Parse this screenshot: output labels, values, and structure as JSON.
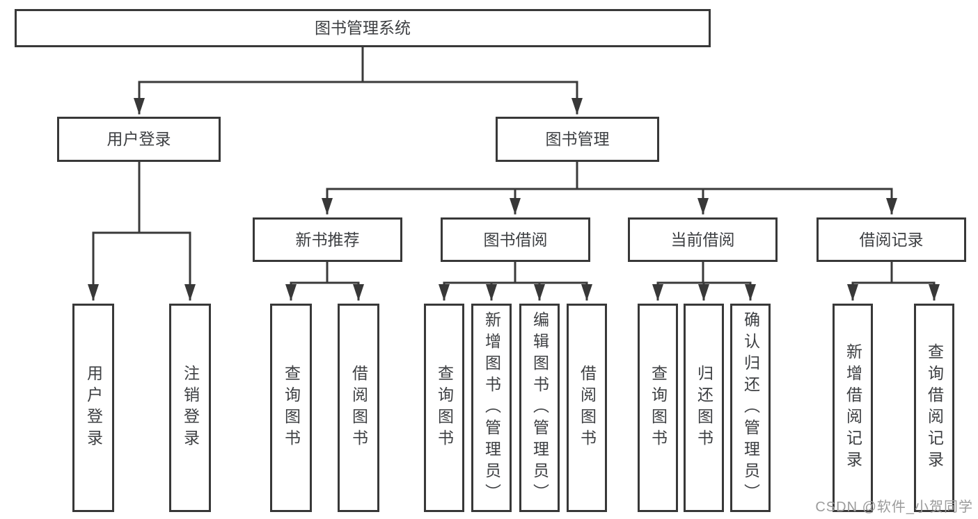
{
  "diagram": {
    "tree": {
      "root": {
        "label": "图书管理系统"
      },
      "branches": [
        {
          "label": "用户登录",
          "children": [
            {
              "label": "用户登录"
            },
            {
              "label": "注销登录"
            }
          ]
        },
        {
          "label": "图书管理",
          "children": [
            {
              "label": "新书推荐",
              "children": [
                {
                  "label": "查询图书"
                },
                {
                  "label": "借阅图书"
                }
              ]
            },
            {
              "label": "图书借阅",
              "children": [
                {
                  "label": "查询图书"
                },
                {
                  "label": "新增图书（管理员）"
                },
                {
                  "label": "编辑图书（管理员）"
                },
                {
                  "label": "借阅图书"
                }
              ]
            },
            {
              "label": "当前借阅",
              "children": [
                {
                  "label": "查询图书"
                },
                {
                  "label": "归还图书"
                },
                {
                  "label": "确认归还（管理员）"
                }
              ]
            },
            {
              "label": "借阅记录",
              "children": [
                {
                  "label": "新增借阅记录"
                },
                {
                  "label": "查询借阅记录"
                }
              ]
            }
          ]
        }
      ]
    },
    "colors": {
      "line": "#3a3a3a",
      "box_border": "#383838",
      "text": "#3d3f42",
      "watermark_text": "#9b9b9b",
      "background": "#ffffff"
    }
  },
  "watermark": {
    "text": "CSDN @软件_小贺同学"
  }
}
